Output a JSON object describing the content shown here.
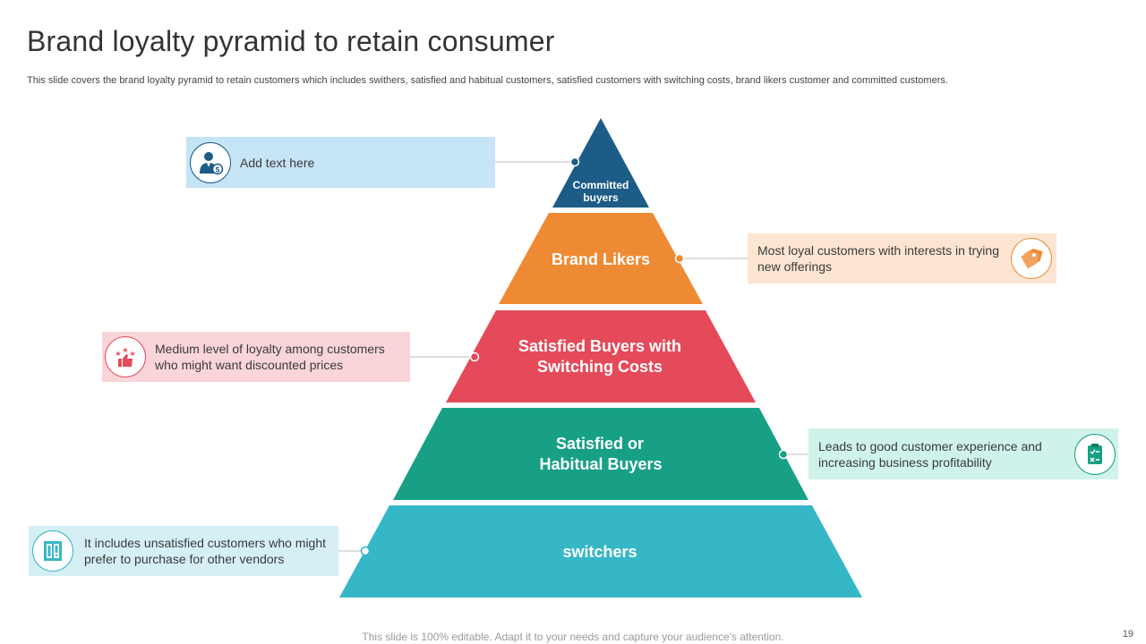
{
  "title": "Brand loyalty pyramid to retain consumer",
  "subtitle": "This slide covers the brand loyalty pyramid to retain customers which includes swithers, satisfied and habitual customers, satisfied customers with switching costs, brand likers customer and committed customers.",
  "pyramid": {
    "tiers": [
      {
        "line1": "Committed",
        "line2": "buyers",
        "color": "#1C5C87"
      },
      {
        "line1": "Brand Likers",
        "line2": "",
        "color": "#EE8A33"
      },
      {
        "line1": "Satisfied Buyers with",
        "line2": "Switching Costs",
        "color": "#E44A59"
      },
      {
        "line1": "Satisfied or",
        "line2": "Habitual Buyers",
        "color": "#17A085"
      },
      {
        "line1": "switchers",
        "line2": "",
        "color": "#36B7C7"
      }
    ]
  },
  "callouts": {
    "committed": {
      "text": "Add text here",
      "icon": "businessman-dollar-icon",
      "bg": "#C5E4F6",
      "accent": "#1C5C87"
    },
    "brand_likers": {
      "text": "Most loyal customers with interests in trying new offerings",
      "icon": "price-tag-icon",
      "bg": "#FCE6D3",
      "accent": "#EE8A33"
    },
    "satisfied_switching": {
      "text": "Medium level of loyalty among customers who might want discounted prices",
      "icon": "thumbs-up-stars-icon",
      "bg": "#F9D5DA",
      "accent": "#E44A59"
    },
    "habitual": {
      "text": "Leads to good customer experience and increasing business profitability",
      "icon": "clipboard-checklist-icon",
      "bg": "#CFF3EA",
      "accent": "#17A085"
    },
    "switchers": {
      "text": "It includes unsatisfied customers who might prefer to purchase for other vendors",
      "icon": "store-door-icon",
      "bg": "#D5EFF5",
      "accent": "#36B7C7"
    }
  },
  "footer": "This slide is 100% editable. Adapt it to your needs and capture your audience's attention.",
  "page_number": "19"
}
